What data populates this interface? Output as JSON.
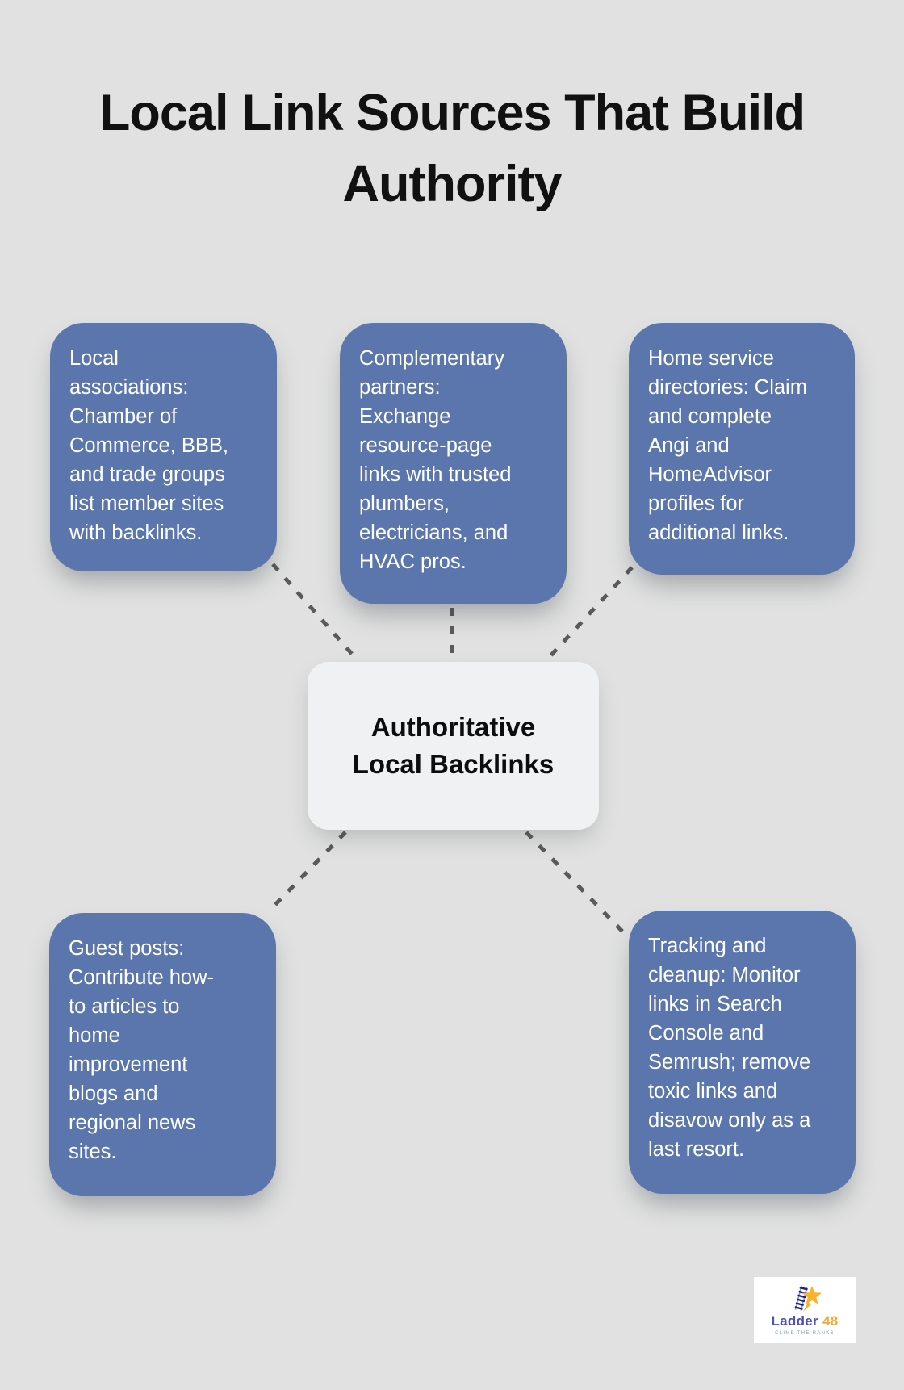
{
  "title": {
    "line1": "Local Link Sources That Build",
    "line2": "Authority"
  },
  "center_node": {
    "line1": "Authoritative",
    "line2": "Local Backlinks"
  },
  "nodes": [
    {
      "name": "local-associations",
      "text": "Local\nassociations:\nChamber of\nCommerce, BBB,\nand trade groups\nlist member sites\nwith backlinks."
    },
    {
      "name": "complementary-partners",
      "text": "Complementary\npartners:\nExchange\nresource-page\nlinks with trusted\nplumbers,\nelectricians, and\nHVAC pros."
    },
    {
      "name": "home-service-directories",
      "text": "Home service\ndirectories: Claim\nand complete\nAngi and\nHomeAdvisor\nprofiles for\nadditional links."
    },
    {
      "name": "guest-posts",
      "text": "Guest posts:\nContribute how-\nto articles to\nhome\nimprovement\nblogs and\nregional news\nsites."
    },
    {
      "name": "tracking-cleanup",
      "text": "Tracking and\ncleanup: Monitor\nlinks in Search\nConsole and\nSemrush; remove\ntoxic links and\ndisavow only as a\nlast resort."
    }
  ],
  "logo": {
    "brand_primary": "Ladder",
    "brand_secondary": "48",
    "tagline": "CLIMB THE RANKS"
  },
  "colors": {
    "background": "#E0E1E0",
    "node_fill": "#5B76AC",
    "node_text": "#FFFFFF",
    "center_fill": "#F0F1F3",
    "center_text": "#0D0D0D",
    "title_text": "#111111",
    "connector": "#5A5A5A",
    "logo_primary": "#4A50C4",
    "logo_secondary": "#F5A93B",
    "logo_star": "#F9B32B",
    "logo_ladder": "#1B2473",
    "logo_tagline": "#7F9BB3"
  }
}
